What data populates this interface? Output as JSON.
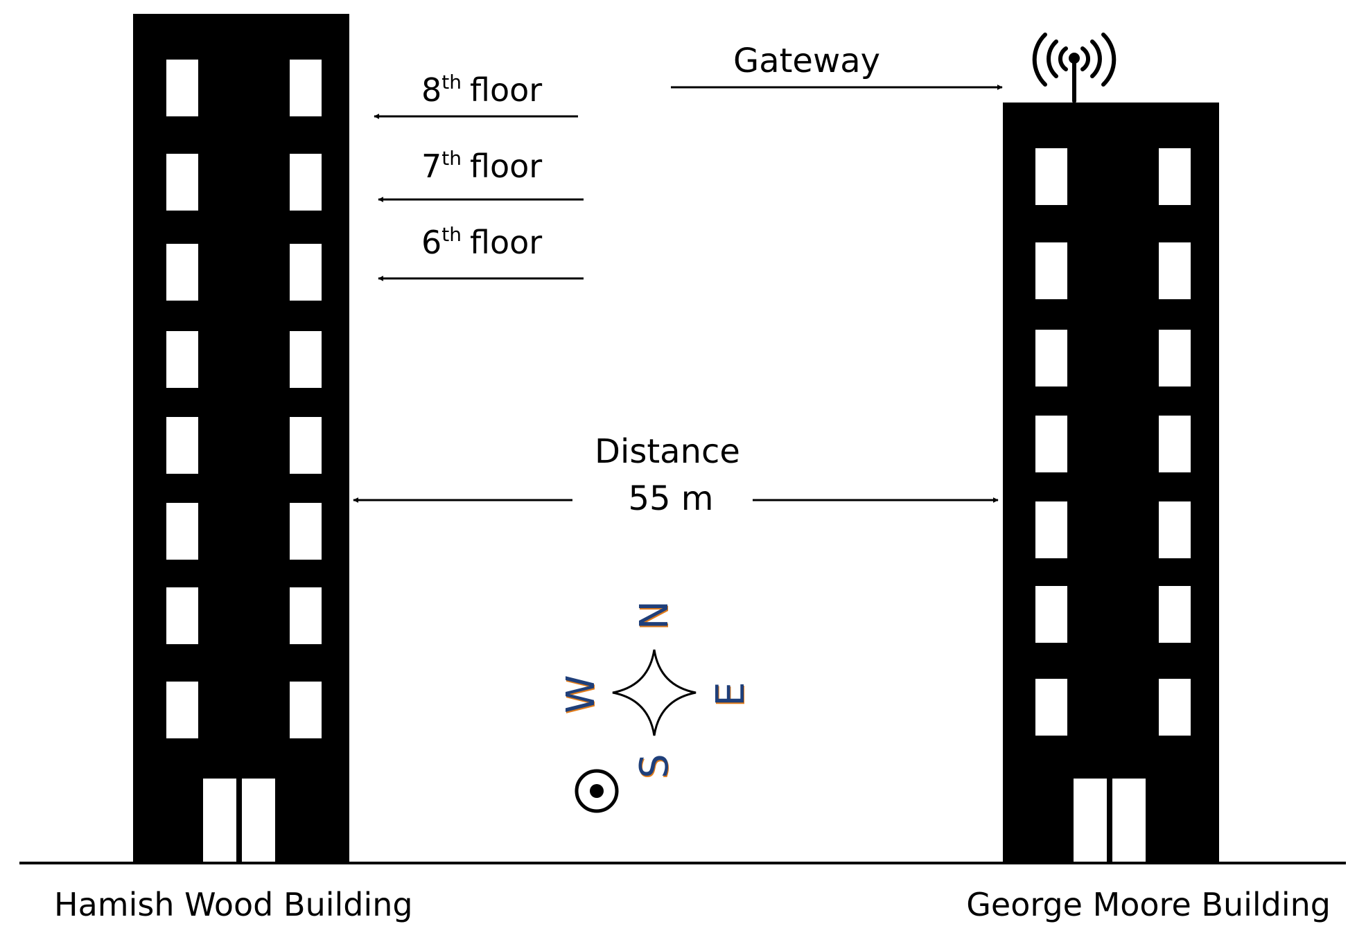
{
  "labels": {
    "floor8_num": "8",
    "floor8_sup": "th",
    "floor8_word": "floor",
    "floor7_num": "7",
    "floor7_sup": "th",
    "floor7_word": "floor",
    "floor6_num": "6",
    "floor6_sup": "th",
    "floor6_word": "floor",
    "gateway": "Gateway",
    "distance_line1": "Distance",
    "distance_line2": "55 m",
    "building_left": "Hamish Wood Building",
    "building_right": "George Moore Building"
  },
  "compass": {
    "north": "N",
    "south": "S",
    "east": "E",
    "west": "W"
  },
  "colors": {
    "building": "#000000",
    "window": "#ffffff",
    "text": "#000000",
    "compass_letter": "#1f3f7a",
    "compass_fringe": "#e07b1a"
  }
}
